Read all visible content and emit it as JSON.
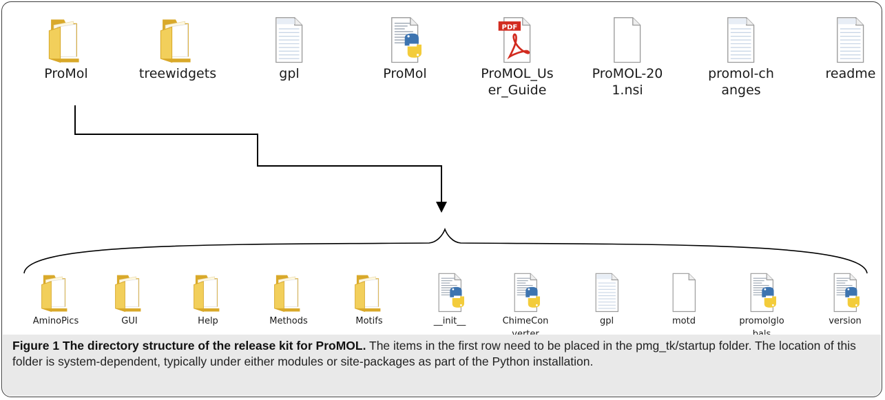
{
  "top_row": [
    {
      "label": [
        "ProMol"
      ],
      "icon": "folder-icon",
      "kind": "folder"
    },
    {
      "label": [
        "treewidgets"
      ],
      "icon": "folder-icon",
      "kind": "folder"
    },
    {
      "label": [
        "gpl"
      ],
      "icon": "text-file-icon",
      "kind": "text"
    },
    {
      "label": [
        "ProMol"
      ],
      "icon": "python-file-icon",
      "kind": "python"
    },
    {
      "label": [
        "ProMOL_Us",
        "er_Guide"
      ],
      "icon": "pdf-file-icon",
      "kind": "pdf"
    },
    {
      "label": [
        "ProMOL-20",
        "1.nsi"
      ],
      "icon": "blank-file-icon",
      "kind": "blank"
    },
    {
      "label": [
        "promol-ch",
        "anges"
      ],
      "icon": "text-file-icon",
      "kind": "text"
    },
    {
      "label": [
        "readme"
      ],
      "icon": "text-file-icon",
      "kind": "text"
    }
  ],
  "bottom_row": [
    {
      "label": [
        "AminoPics"
      ],
      "icon": "folder-icon",
      "kind": "folder"
    },
    {
      "label": [
        "GUI"
      ],
      "icon": "folder-icon",
      "kind": "folder"
    },
    {
      "label": [
        "Help"
      ],
      "icon": "folder-icon",
      "kind": "folder"
    },
    {
      "label": [
        "Methods"
      ],
      "icon": "folder-icon",
      "kind": "folder"
    },
    {
      "label": [
        "Motifs"
      ],
      "icon": "folder-icon",
      "kind": "folder"
    },
    {
      "label": [
        "__init__"
      ],
      "icon": "python-file-icon",
      "kind": "python"
    },
    {
      "label": [
        "ChimeCon",
        "verter"
      ],
      "icon": "python-file-icon",
      "kind": "python"
    },
    {
      "label": [
        "gpl"
      ],
      "icon": "text-file-icon",
      "kind": "text"
    },
    {
      "label": [
        "motd"
      ],
      "icon": "blank-file-icon",
      "kind": "blank"
    },
    {
      "label": [
        "promolglo",
        "bals"
      ],
      "icon": "python-file-icon",
      "kind": "python"
    },
    {
      "label": [
        "version"
      ],
      "icon": "python-file-icon",
      "kind": "python"
    }
  ],
  "pdf_badge": "PDF",
  "caption": {
    "title": "Figure 1 The directory structure of the release kit for ProMOL.",
    "body": " The items in the first row need to be placed in the pmg_tk/startup folder. The location of this folder is system-dependent, typically under either modules or site-packages as part of the Python installation."
  },
  "colors": {
    "folder": "#f2cf5b",
    "folder_dark": "#d9a92a",
    "python_blue": "#3d74b0",
    "python_yellow": "#f3cc3b",
    "pdf_red": "#d22b1f",
    "caption_bg": "#e9e9e9",
    "line": "#000000"
  }
}
